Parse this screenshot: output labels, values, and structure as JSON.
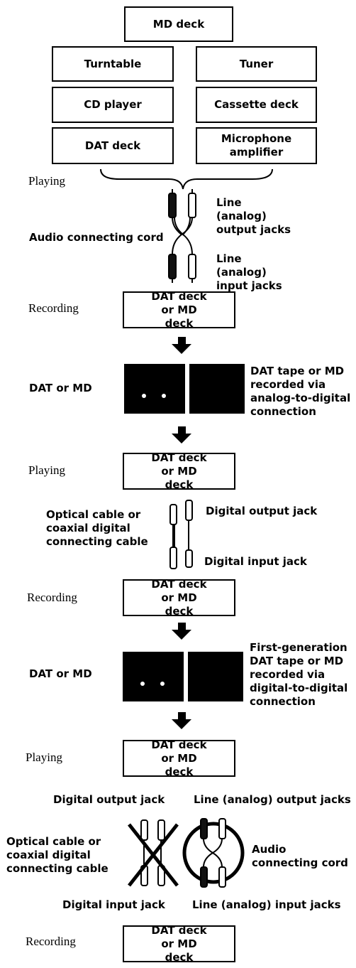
{
  "sources": {
    "md_deck": "MD deck",
    "turntable": "Turntable",
    "tuner": "Tuner",
    "cd_player": "CD player",
    "cassette_deck": "Cassette deck",
    "dat_deck": "DAT deck",
    "microphone_amplifier": "Microphone amplifier"
  },
  "steps": {
    "playing": "Playing",
    "recording": "Recording"
  },
  "deck_box": "DAT deck or MD deck",
  "analog_stage": {
    "cord_label": "Audio connecting cord",
    "output_jacks": "Line (analog) output jacks",
    "input_jacks": "Line (analog) input jacks",
    "media_label": "DAT or MD",
    "media_desc": "DAT tape or MD recorded via analog-to-digital connection"
  },
  "digital_stage": {
    "cable_label": "Optical cable or coaxial digital connecting cable",
    "output_jack": "Digital output jack",
    "input_jack": "Digital input jack",
    "media_label": "DAT or MD",
    "media_desc": "First-generation DAT tape or MD recorded via digital-to-digital connection"
  },
  "final_stage": {
    "digital_output": "Digital output jack",
    "analog_output": "Line (analog) output jacks",
    "digital_cable": "Optical cable or coaxial digital connecting cable",
    "audio_cord": "Audio connecting cord",
    "digital_input": "Digital input jack",
    "analog_input": "Line (analog) input jacks"
  }
}
